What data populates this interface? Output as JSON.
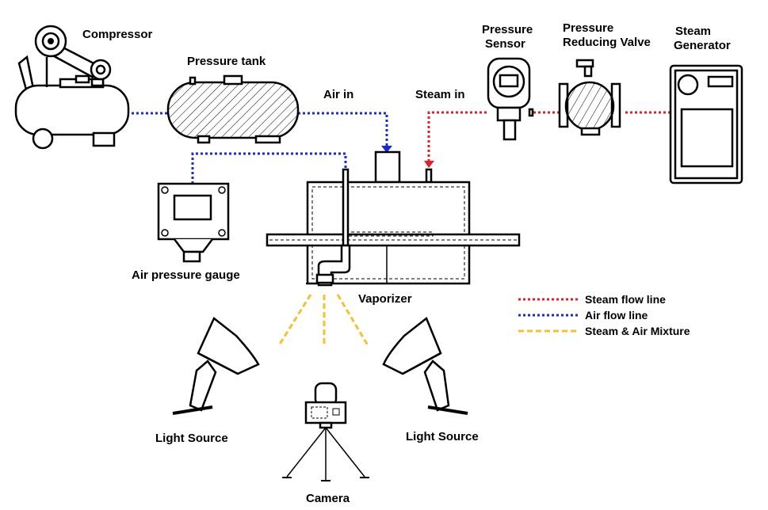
{
  "labels": {
    "compressor": "Compressor",
    "pressure_tank": "Pressure tank",
    "air_in": "Air in",
    "steam_in": "Steam in",
    "pressure_sensor_line1": "Pressure",
    "pressure_sensor_line2": "Sensor",
    "prv_line1": "Pressure",
    "prv_line2": "Reducing Valve",
    "steam_gen_line1": "Steam",
    "steam_gen_line2": "Generator",
    "air_pressure_gauge": "Air pressure gauge",
    "vaporizer": "Vaporizer",
    "light_source_left": "Light Source",
    "light_source_right": "Light Source",
    "camera": "Camera"
  },
  "legend": [
    {
      "label": "Steam flow line",
      "color": "#e0202a",
      "style": "dotted"
    },
    {
      "label": "Air flow line",
      "color": "#1a2cc8",
      "style": "dotted"
    },
    {
      "label": "Steam & Air Mixture",
      "color": "#f1c232",
      "style": "dashed"
    }
  ],
  "icons": [
    "compressor-icon",
    "pressure-tank-icon",
    "pressure-sensor-icon",
    "pressure-reducing-valve-icon",
    "steam-generator-icon",
    "air-pressure-gauge-icon",
    "vaporizer-icon",
    "light-source-icon",
    "camera-icon"
  ]
}
